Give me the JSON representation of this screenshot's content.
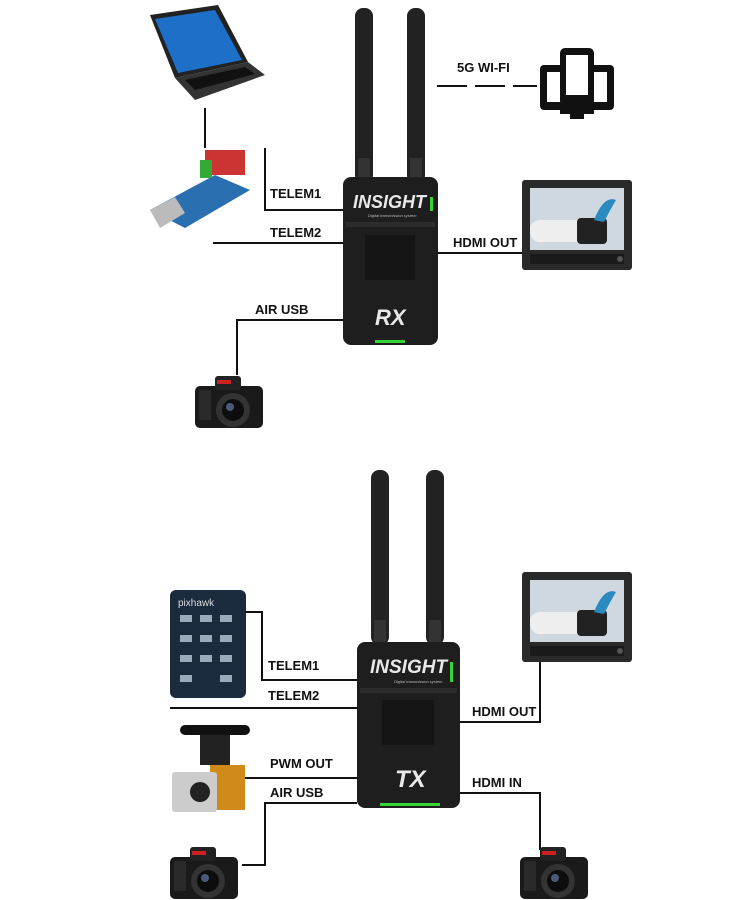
{
  "rx_section": {
    "device": {
      "brand": "INSIGHT",
      "subtitle": "Digital transmission system",
      "model": "RX"
    },
    "labels": {
      "wifi": "5G WI-FI",
      "telem1": "TELEM1",
      "telem2": "TELEM2",
      "hdmi_out": "HDMI OUT",
      "air_usb": "AIR USB"
    }
  },
  "tx_section": {
    "device": {
      "brand": "INSIGHT",
      "subtitle": "Digital transmission system",
      "model": "TX"
    },
    "flight_controller": "pixhawk",
    "labels": {
      "telem1": "TELEM1",
      "telem2": "TELEM2",
      "pwm_out": "PWM OUT",
      "air_usb": "AIR USB",
      "hdmi_out": "HDMI OUT",
      "hdmi_in": "HDMI IN"
    }
  },
  "colors": {
    "device": "#1e1e1e",
    "led": "#35d335",
    "wire": "#111111"
  }
}
